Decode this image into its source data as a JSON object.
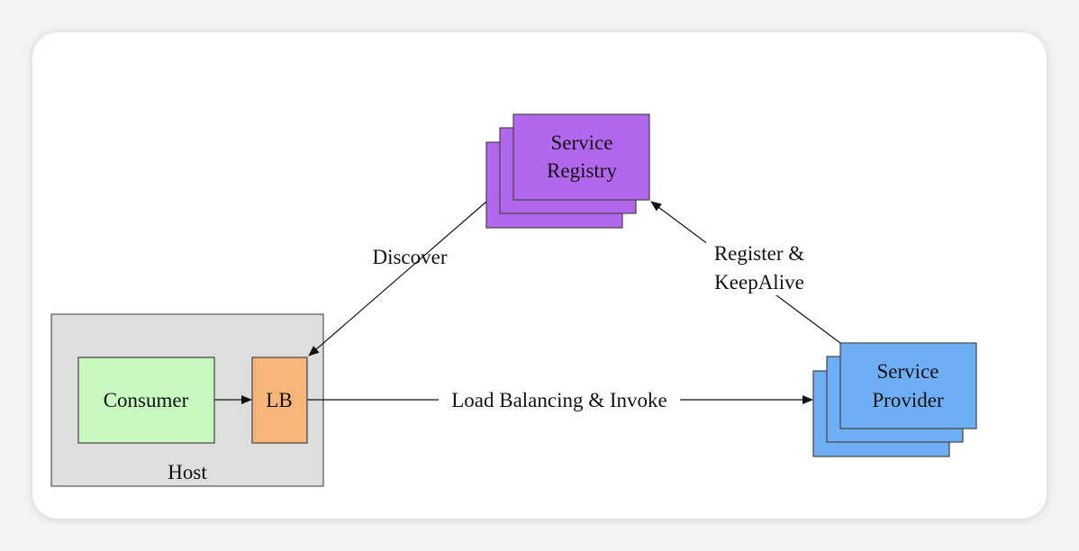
{
  "diagram": {
    "registry": {
      "line1": "Service",
      "line2": "Registry",
      "color": "#b366ee"
    },
    "provider": {
      "line1": "Service",
      "line2": "Provider",
      "color": "#6eaef5"
    },
    "host": {
      "label": "Host",
      "color": "#dedede"
    },
    "consumer": {
      "label": "Consumer",
      "color": "#c8f8c0"
    },
    "lb": {
      "label": "LB",
      "color": "#f5b678"
    },
    "edges": {
      "discover": "Discover",
      "register_line1": "Register &",
      "register_line2": "KeepAlive",
      "invoke": "Load Balancing & Invoke"
    }
  }
}
